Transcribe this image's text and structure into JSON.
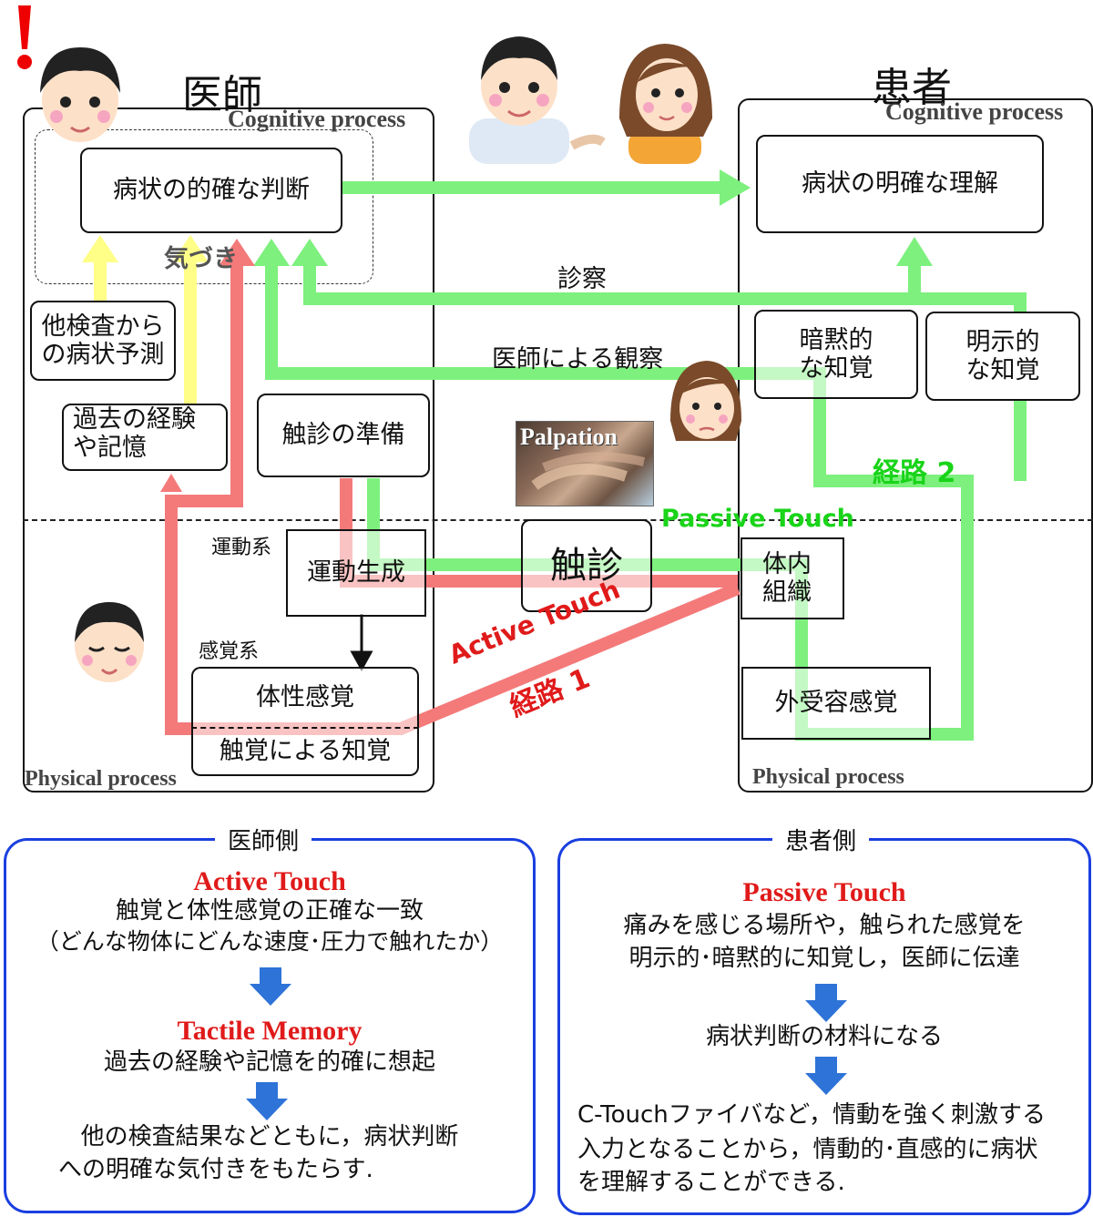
{
  "doctor": {
    "title": "医師",
    "cognitive_label": "Cognitive process",
    "physical_label": "Physical process",
    "judgment_box": "病状の的確な判断",
    "awareness": "気づき",
    "other_tests_line1": "他検査から",
    "other_tests_line2": "の病状予測",
    "past_exp_line1": "過去の経験",
    "past_exp_line2": "や記憶",
    "palpation_prep": "触診の準備",
    "motor_system": "運動系",
    "motor_generation": "運動生成",
    "sensory_system": "感覚系",
    "somatosensory": "体性感覚",
    "tactile_perception": "触覚による知覚"
  },
  "patient": {
    "title": "患者",
    "cognitive_label": "Cognitive process",
    "physical_label": "Physical process",
    "understanding_box": "病状の明確な理解",
    "tacit_line1": "暗黙的",
    "tacit_line2": "な知覚",
    "explicit_line1": "明示的",
    "explicit_line2": "な知覚",
    "body_tissue_line1": "体内",
    "body_tissue_line2": "組織",
    "exteroception": "外受容感覚"
  },
  "center": {
    "examination": "診察",
    "observation": "医師による観察",
    "palpation_photo_label": "Palpation",
    "palpation": "触診",
    "passive_touch": "Passive Touch",
    "route2": "経路 2",
    "active_touch": "Active Touch",
    "route1": "経路 1"
  },
  "doctor_side": {
    "title": "医師側",
    "h1": "Active Touch",
    "l1": "触覚と体性感覚の正確な一致",
    "l2": "（どんな物体にどんな速度･圧力で触れたか）",
    "h2": "Tactile Memory",
    "l3": "過去の経験や記憶を的確に想起",
    "l4": "他の検査結果などともに，病状判断",
    "l5": "への明確な気付きをもたらす."
  },
  "patient_side": {
    "title": "患者側",
    "h1": "Passive Touch",
    "l1": "痛みを感じる場所や，触られた感覚を",
    "l2": "明示的･暗黙的に知覚し，医師に伝達",
    "l3": "病状判断の材料になる",
    "l4": "C-Touchファイバなど，情動を強く刺激する",
    "l5": "入力となることから，情動的･直感的に病状",
    "l6": "を理解することができる."
  },
  "colors": {
    "green": "#7df07d",
    "red": "#f47a7a",
    "yellow": "#ffff88",
    "blue_frame": "#1a3fe0",
    "blue_arrow": "#2e73d8",
    "red_text": "#e01a1a",
    "green_text": "#19d419"
  }
}
